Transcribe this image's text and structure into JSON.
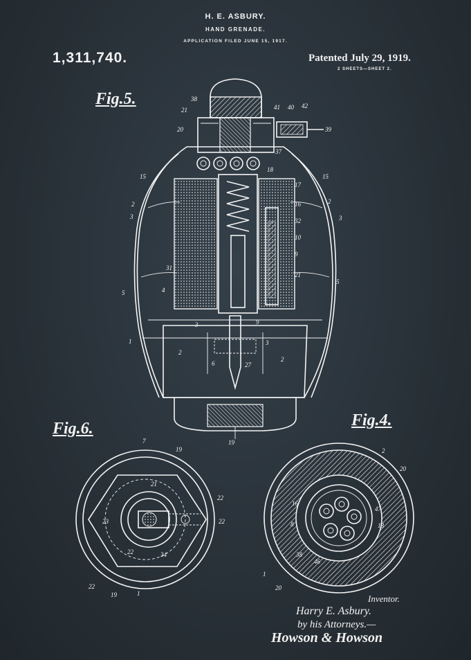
{
  "header": {
    "inventor": "H. E. ASBURY.",
    "title": "HAND GRENADE.",
    "filed": "APPLICATION FILED JUNE 15, 1917.",
    "patent_number": "1,311,740.",
    "patented": "Patented July 29, 1919.",
    "sheets": "2 SHEETS—SHEET 2."
  },
  "figures": {
    "fig5": "Fig.5.",
    "fig6": "Fig.6.",
    "fig4": "Fig.4."
  },
  "signature": {
    "inventor_label": "Inventor.",
    "inventor_name": "Harry E. Asbury.",
    "attorneys": "by his Attorneys.—",
    "attorney_names": "Howson & Howson"
  },
  "labels": {
    "fig5": [
      "38",
      "41",
      "40",
      "42",
      "39",
      "21",
      "37",
      "20",
      "18",
      "15",
      "15",
      "2",
      "2",
      "3",
      "3",
      "17",
      "16",
      "32",
      "10",
      "9",
      "31",
      "21",
      "5",
      "5",
      "4",
      "3",
      "9",
      "1",
      "2",
      "3",
      "2",
      "6",
      "27",
      "19"
    ],
    "fig6": [
      "7",
      "19",
      "22",
      "21",
      "23",
      "22",
      "22",
      "34",
      "22",
      "19",
      "1"
    ],
    "fig4": [
      "2",
      "20",
      "16",
      "47",
      "8",
      "18",
      "38",
      "46",
      "1",
      "20"
    ]
  }
}
